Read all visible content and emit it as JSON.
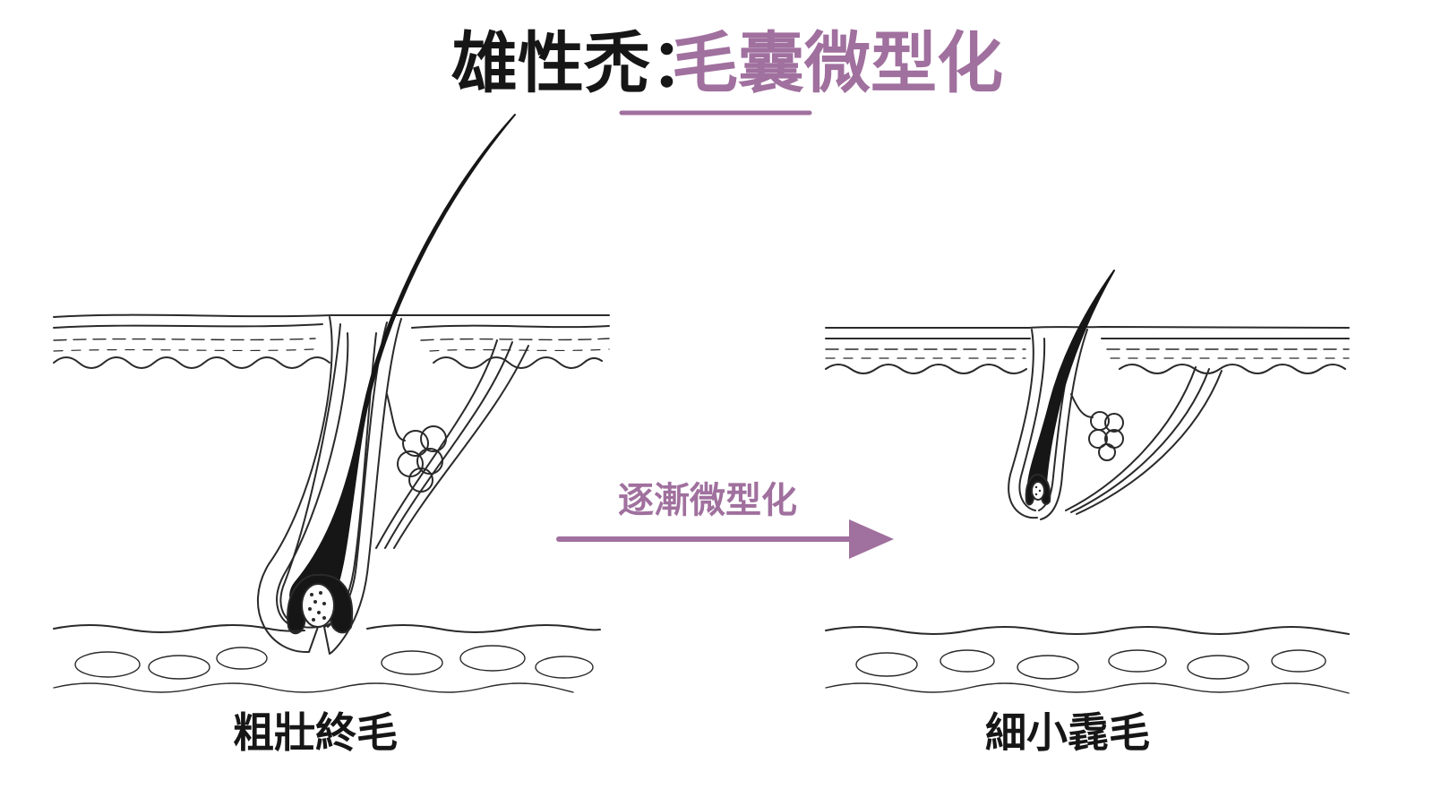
{
  "title": {
    "prefix": "雄性禿：",
    "highlight": "毛囊微型化"
  },
  "arrow": {
    "label": "逐漸微型化"
  },
  "left_panel": {
    "label": "粗壯終毛"
  },
  "right_panel": {
    "label": "細小毳毛"
  },
  "colors": {
    "accent": "#a0709e",
    "ink": "#161616",
    "line": "#2a2a2a",
    "background": "#ffffff"
  }
}
